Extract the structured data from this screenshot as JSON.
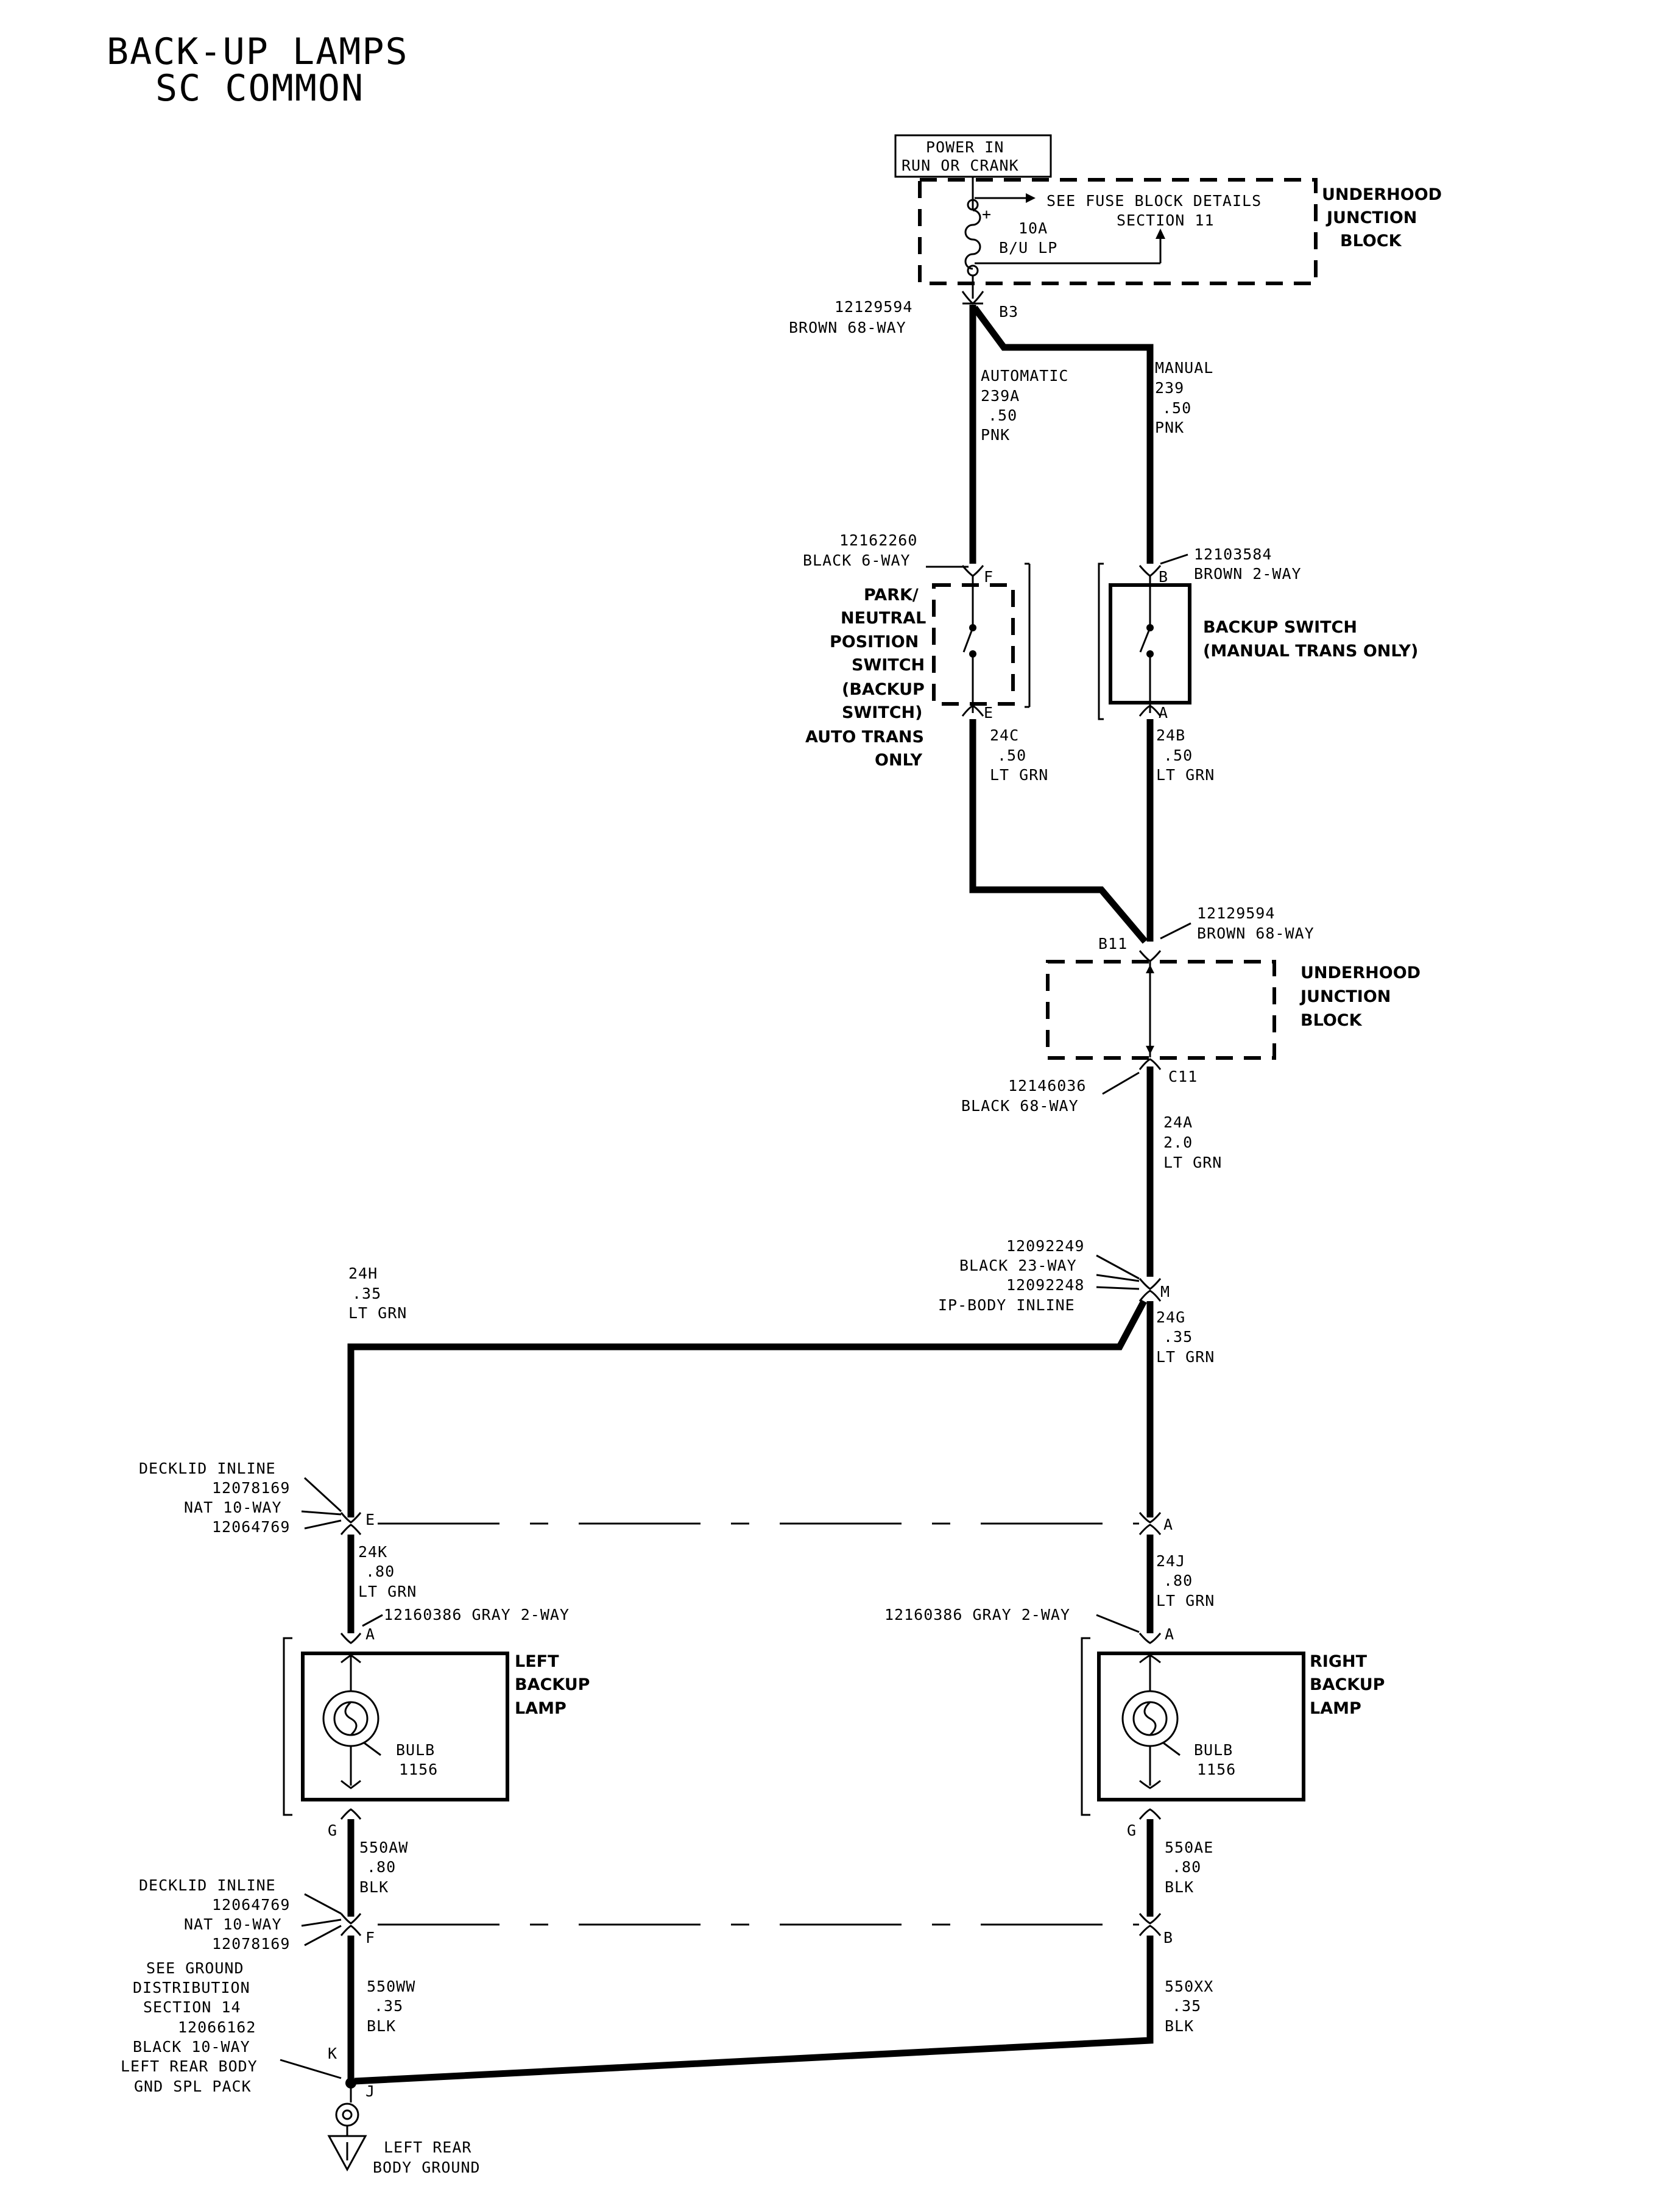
{
  "title": {
    "line1": "BACK-UP LAMPS",
    "line2": "SC COMMON"
  },
  "power_source": {
    "line1": "POWER IN",
    "line2": "RUN OR CRANK"
  },
  "fuse": {
    "see_details_line1": "SEE FUSE BLOCK DETAILS",
    "see_details_line2": "SECTION 11",
    "rating": "10A",
    "name": "B/U LP",
    "plus": "+"
  },
  "underhood_junction_block": {
    "line1": "UNDERHOOD",
    "line2": "JUNCTION",
    "line3": "BLOCK"
  },
  "connectors": {
    "b3": {
      "part": "12129594",
      "desc": "BROWN 68-WAY",
      "pin": "B3"
    },
    "png": {
      "part": "12162260",
      "desc": "BLACK 6-WAY",
      "pin_top": "F",
      "pin_bottom": "E"
    },
    "backup_sw": {
      "part": "12103584",
      "desc": "BROWN 2-WAY",
      "pin_top": "B",
      "pin_bottom": "A"
    },
    "b11": {
      "part": "12129594",
      "desc": "BROWN 68-WAY",
      "pin": "B11"
    },
    "c11": {
      "part": "12146036",
      "desc": "BLACK 68-WAY",
      "pin": "C11"
    },
    "ip_body": {
      "part1": "12092249",
      "desc": "BLACK 23-WAY",
      "part2": "12092248",
      "name": "IP-BODY INLINE",
      "pin": "M"
    },
    "decklid_upper": {
      "name": "DECKLID INLINE",
      "part1": "12078169",
      "desc": "NAT 10-WAY",
      "part2": "12064769",
      "pin_left": "E",
      "pin_right": "A"
    },
    "left_lamp_conn": {
      "desc": "12160386 GRAY 2-WAY",
      "pin_top": "A",
      "pin_bottom": "G"
    },
    "right_lamp_conn": {
      "desc": "12160386 GRAY 2-WAY",
      "pin_top": "A",
      "pin_bottom": "G"
    },
    "decklid_lower": {
      "name": "DECKLID INLINE",
      "part1": "12064769",
      "desc": "NAT 10-WAY",
      "part2": "12078169",
      "pin_left": "F",
      "pin_right": "B"
    },
    "ground_splice": {
      "line1": "SEE GROUND",
      "line2": "DISTRIBUTION",
      "line3": "SECTION 14",
      "line4": "12066162",
      "line5": "BLACK 10-WAY",
      "line6": "LEFT REAR BODY",
      "line7": "GND SPL PACK",
      "pin_k": "K",
      "pin_j": "J"
    }
  },
  "wires": {
    "w239a": {
      "trans": "AUTOMATIC",
      "circuit": "239A",
      "gauge": ".50",
      "color": "PNK"
    },
    "w239": {
      "trans": "MANUAL",
      "circuit": "239",
      "gauge": ".50",
      "color": "PNK"
    },
    "w24c": {
      "circuit": "24C",
      "gauge": ".50",
      "color": "LT GRN"
    },
    "w24b": {
      "circuit": "24B",
      "gauge": ".50",
      "color": "LT GRN"
    },
    "w24a": {
      "circuit": "24A",
      "gauge": "2.0",
      "color": "LT GRN"
    },
    "w24h": {
      "circuit": "24H",
      "gauge": ".35",
      "color": "LT GRN"
    },
    "w24g": {
      "circuit": "24G",
      "gauge": ".35",
      "color": "LT GRN"
    },
    "w24k": {
      "circuit": "24K",
      "gauge": ".80",
      "color": "LT GRN"
    },
    "w24j": {
      "circuit": "24J",
      "gauge": ".80",
      "color": "LT GRN"
    },
    "w550aw": {
      "circuit": "550AW",
      "gauge": ".80",
      "color": "BLK"
    },
    "w550ae": {
      "circuit": "550AE",
      "gauge": ".80",
      "color": "BLK"
    },
    "w550ww": {
      "circuit": "550WW",
      "gauge": ".35",
      "color": "BLK"
    },
    "w550xx": {
      "circuit": "550XX",
      "gauge": ".35",
      "color": "BLK"
    }
  },
  "components": {
    "png_switch": {
      "line1": "PARK/",
      "line2": "NEUTRAL",
      "line3": "POSITION",
      "line4": "SWITCH",
      "line5": "(BACKUP",
      "line6": "SWITCH)",
      "line7": "AUTO TRANS",
      "line8": "ONLY"
    },
    "backup_switch": {
      "line1": "BACKUP SWITCH",
      "line2": "(MANUAL TRANS ONLY)"
    },
    "left_lamp": {
      "line1": "LEFT",
      "line2": "BACKUP",
      "line3": "LAMP",
      "bulb": "BULB",
      "bulb_num": "1156"
    },
    "right_lamp": {
      "line1": "RIGHT",
      "line2": "BACKUP",
      "line3": "LAMP",
      "bulb": "BULB",
      "bulb_num": "1156"
    }
  },
  "ground": {
    "line1": "LEFT REAR",
    "line2": "BODY GROUND"
  }
}
